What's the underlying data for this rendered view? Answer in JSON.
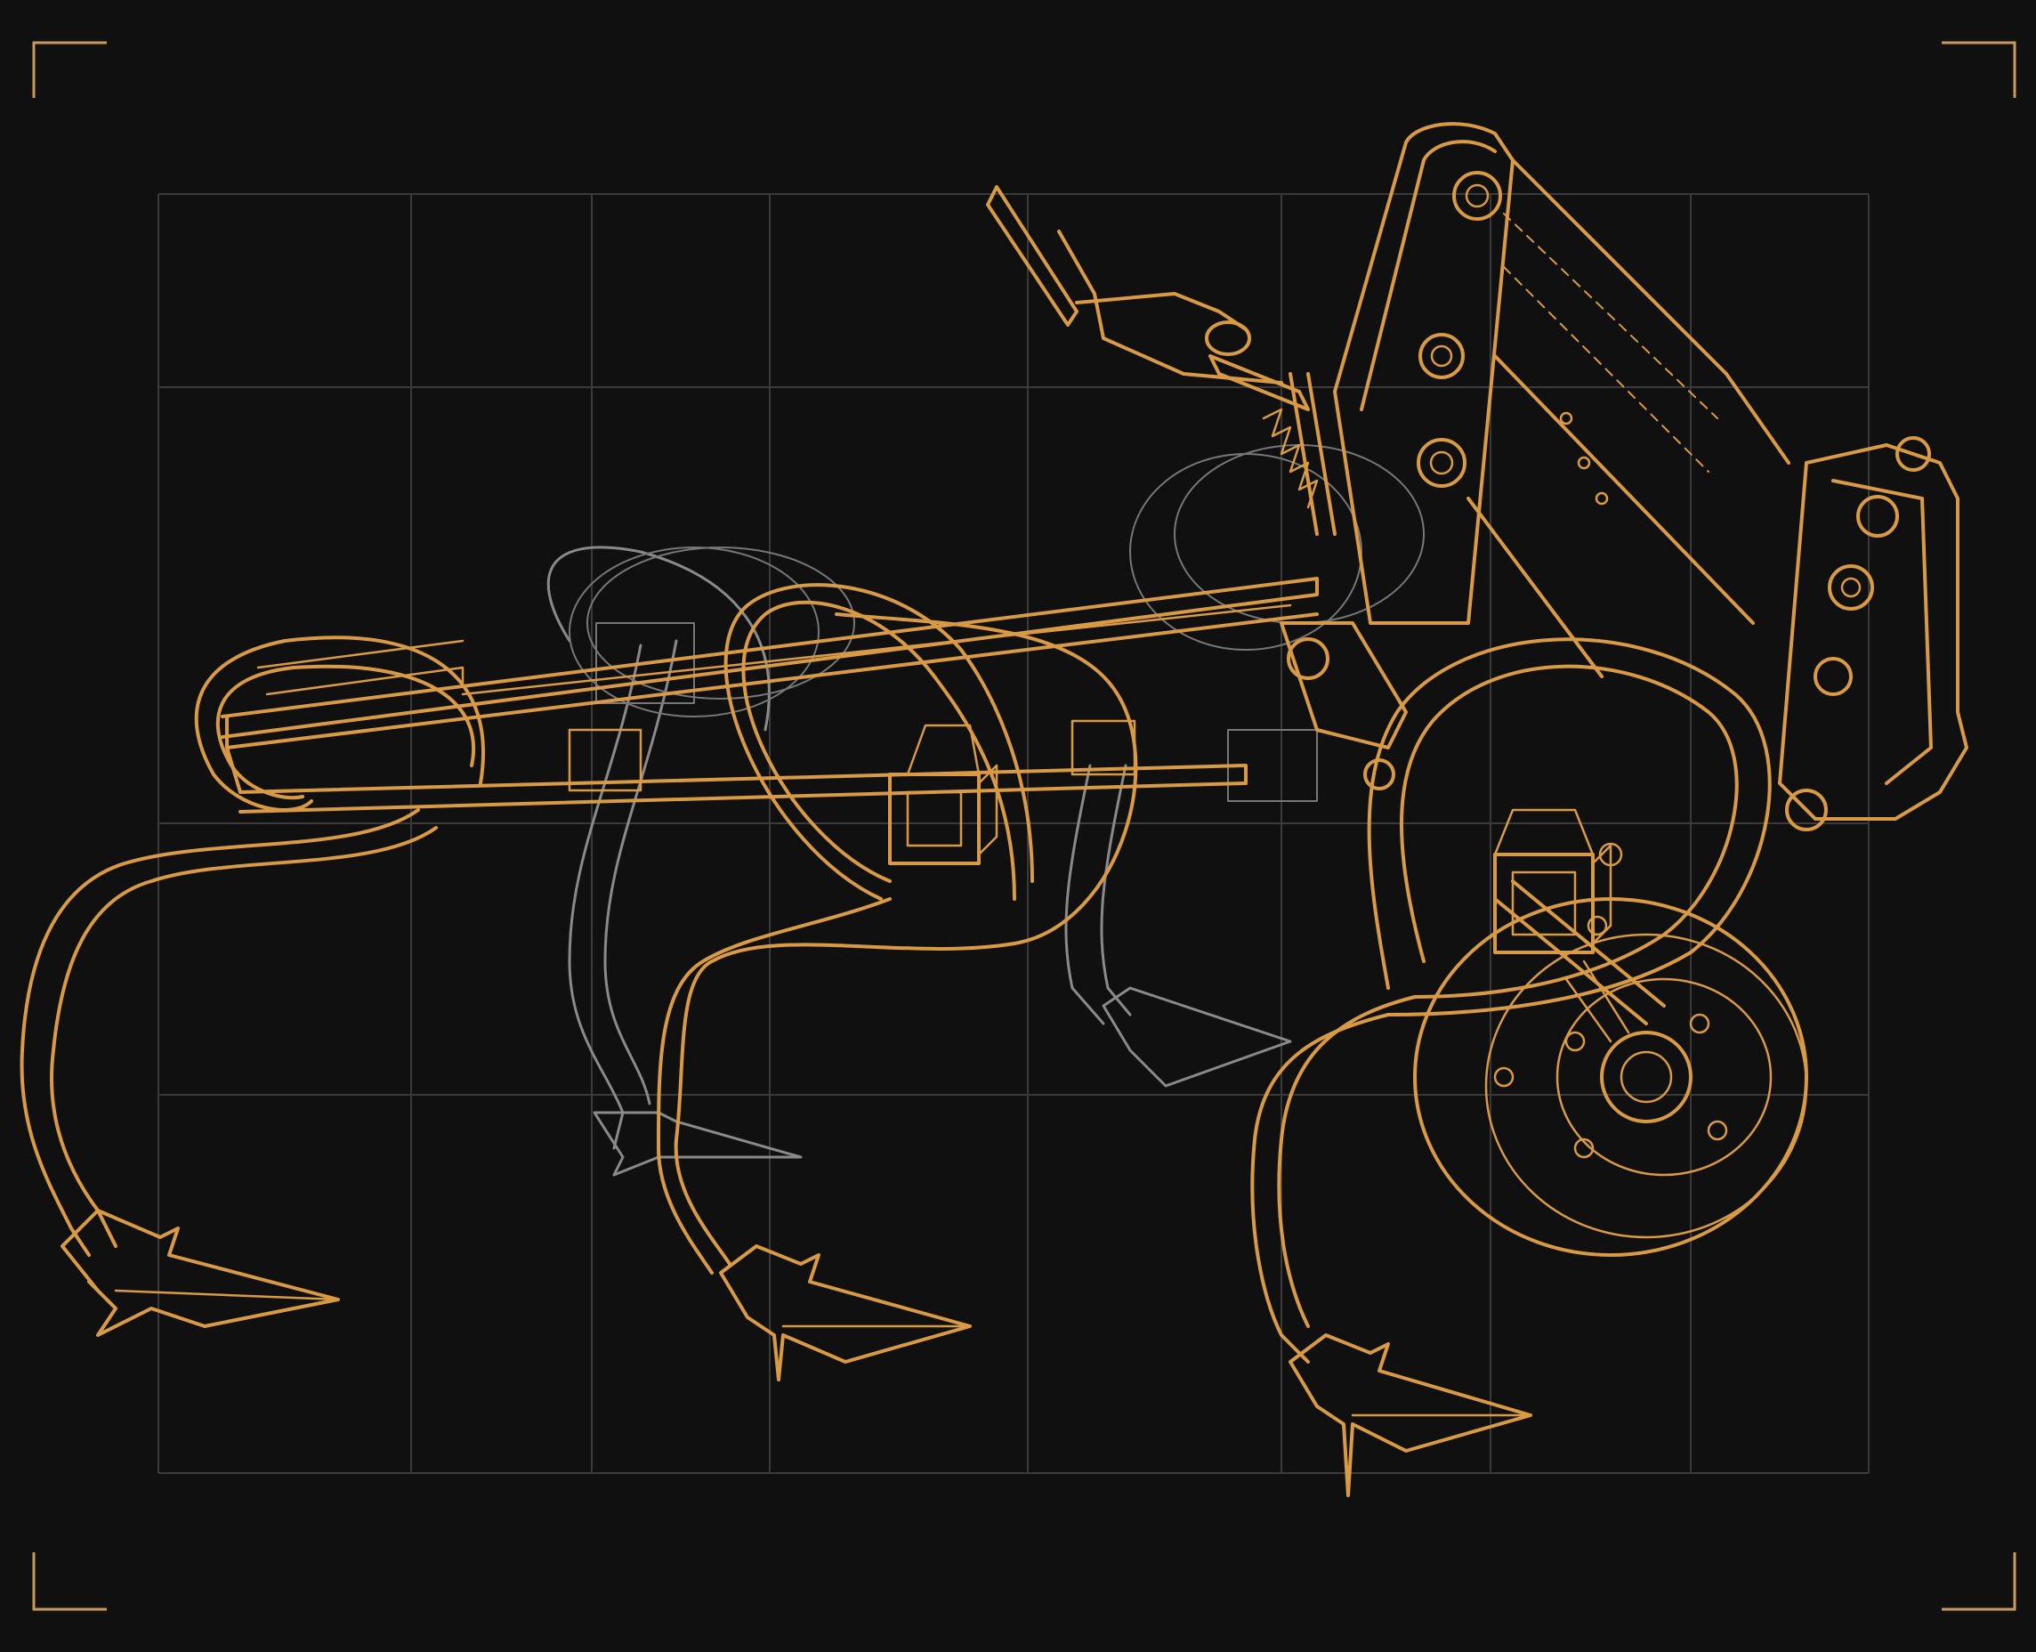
{
  "colors": {
    "background": "#101010",
    "line_gold": "#d99a46",
    "line_grey": "#8a8a8a",
    "grid": "#3a3a3a",
    "corner_marks": "#c79a5a"
  },
  "diagram": {
    "subject": "cultivator-implement-line-drawing",
    "components": [
      "frame-bar",
      "spring-tines",
      "sweep-shovels",
      "gauge-wheel",
      "hitch-mast",
      "adjust-lever"
    ]
  }
}
